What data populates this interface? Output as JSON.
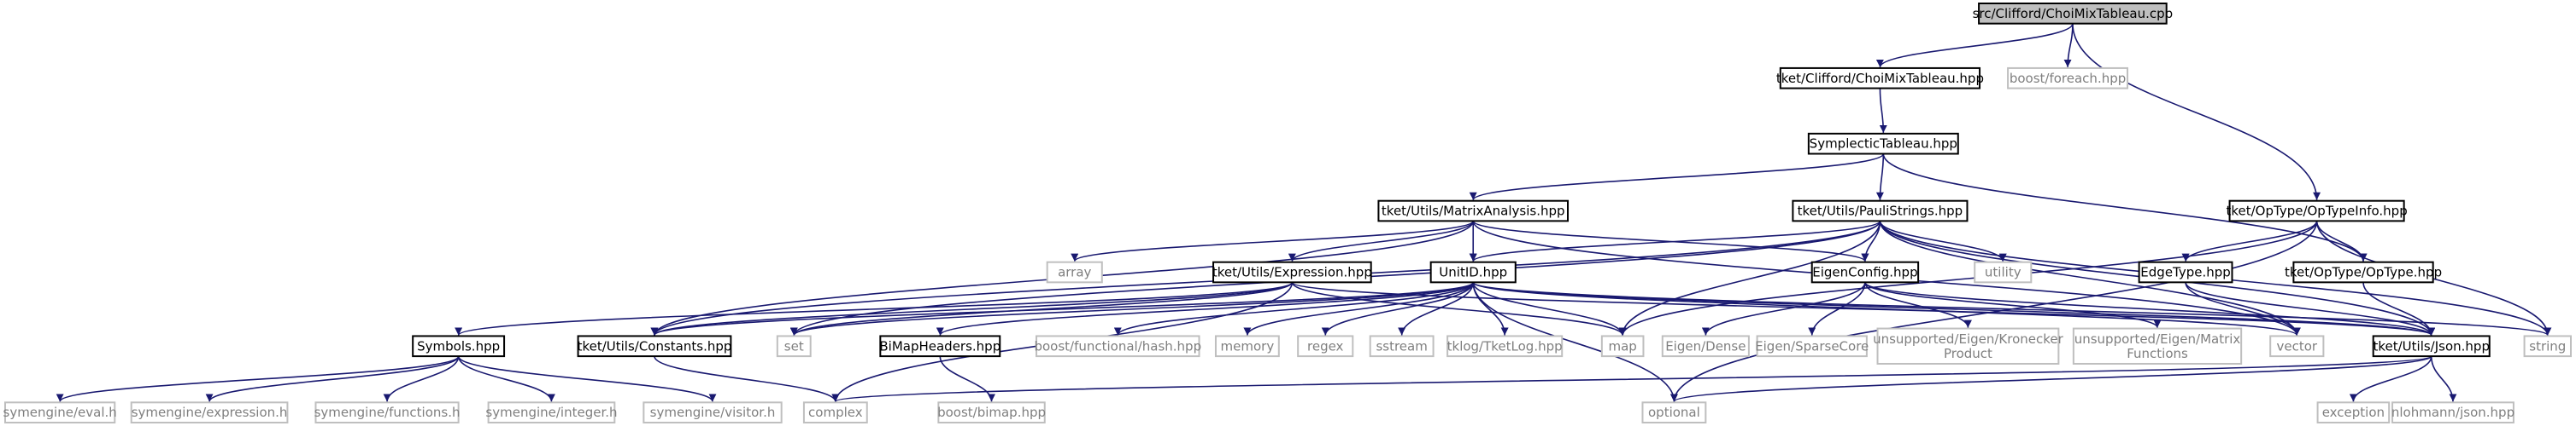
{
  "graph": {
    "root": "src/Clifford/ChoiMixTableau.cpp",
    "nodes": [
      {
        "id": "root",
        "label": "src/Clifford/ChoiMixTableau.cpp",
        "kind": "root"
      },
      {
        "id": "cmt_hpp",
        "label": "tket/Clifford/ChoiMixTableau.hpp",
        "kind": "local"
      },
      {
        "id": "boost_foreach",
        "label": "boost/foreach.hpp",
        "kind": "external"
      },
      {
        "id": "symplectic",
        "label": "SymplecticTableau.hpp",
        "kind": "local"
      },
      {
        "id": "optypeinfo",
        "label": "tket/OpType/OpTypeInfo.hpp",
        "kind": "local"
      },
      {
        "id": "matrixanalysis",
        "label": "tket/Utils/MatrixAnalysis.hpp",
        "kind": "local"
      },
      {
        "id": "paulistrings",
        "label": "tket/Utils/PauliStrings.hpp",
        "kind": "local"
      },
      {
        "id": "array",
        "label": "array",
        "kind": "external"
      },
      {
        "id": "expression",
        "label": "tket/Utils/Expression.hpp",
        "kind": "local"
      },
      {
        "id": "unitid",
        "label": "UnitID.hpp",
        "kind": "local"
      },
      {
        "id": "eigenconfig",
        "label": "EigenConfig.hpp",
        "kind": "local"
      },
      {
        "id": "utility",
        "label": "utility",
        "kind": "external"
      },
      {
        "id": "edgetype",
        "label": "EdgeType.hpp",
        "kind": "local"
      },
      {
        "id": "optype",
        "label": "tket/OpType/OpType.hpp",
        "kind": "local"
      },
      {
        "id": "symbols",
        "label": "Symbols.hpp",
        "kind": "local"
      },
      {
        "id": "constants",
        "label": "tket/Utils/Constants.hpp",
        "kind": "local"
      },
      {
        "id": "set",
        "label": "set",
        "kind": "external"
      },
      {
        "id": "bimapheaders",
        "label": "BiMapHeaders.hpp",
        "kind": "local"
      },
      {
        "id": "boost_hash",
        "label": "boost/functional/hash.hpp",
        "kind": "external"
      },
      {
        "id": "memory",
        "label": "memory",
        "kind": "external"
      },
      {
        "id": "regex",
        "label": "regex",
        "kind": "external"
      },
      {
        "id": "sstream",
        "label": "sstream",
        "kind": "external"
      },
      {
        "id": "tketlog",
        "label": "tklog/TketLog.hpp",
        "kind": "external"
      },
      {
        "id": "map",
        "label": "map",
        "kind": "external"
      },
      {
        "id": "eigen_dense",
        "label": "Eigen/Dense",
        "kind": "external"
      },
      {
        "id": "eigen_sparse",
        "label": "Eigen/SparseCore",
        "kind": "external"
      },
      {
        "id": "eigen_kron",
        "label": "unsupported/Eigen/Kronecker\nProduct",
        "kind": "external"
      },
      {
        "id": "eigen_matfn",
        "label": "unsupported/Eigen/Matrix\nFunctions",
        "kind": "external"
      },
      {
        "id": "vector",
        "label": "vector",
        "kind": "external"
      },
      {
        "id": "json",
        "label": "tket/Utils/Json.hpp",
        "kind": "local"
      },
      {
        "id": "string",
        "label": "string",
        "kind": "external"
      },
      {
        "id": "sym_eval",
        "label": "symengine/eval.h",
        "kind": "external"
      },
      {
        "id": "sym_expr",
        "label": "symengine/expression.h",
        "kind": "external"
      },
      {
        "id": "sym_func",
        "label": "symengine/functions.h",
        "kind": "external"
      },
      {
        "id": "sym_int",
        "label": "symengine/integer.h",
        "kind": "external"
      },
      {
        "id": "sym_visitor",
        "label": "symengine/visitor.h",
        "kind": "external"
      },
      {
        "id": "complex",
        "label": "complex",
        "kind": "external"
      },
      {
        "id": "boost_bimap",
        "label": "boost/bimap.hpp",
        "kind": "external"
      },
      {
        "id": "optional",
        "label": "optional",
        "kind": "external"
      },
      {
        "id": "exception",
        "label": "exception",
        "kind": "external"
      },
      {
        "id": "nlohmann",
        "label": "nlohmann/json.hpp",
        "kind": "external"
      }
    ],
    "edges": [
      [
        "root",
        "cmt_hpp"
      ],
      [
        "root",
        "boost_foreach"
      ],
      [
        "root",
        "optypeinfo"
      ],
      [
        "cmt_hpp",
        "symplectic"
      ],
      [
        "symplectic",
        "matrixanalysis"
      ],
      [
        "symplectic",
        "paulistrings"
      ],
      [
        "symplectic",
        "optype"
      ],
      [
        "optypeinfo",
        "edgetype"
      ],
      [
        "optypeinfo",
        "optype"
      ],
      [
        "optypeinfo",
        "string"
      ],
      [
        "optypeinfo",
        "map"
      ],
      [
        "optypeinfo",
        "optional"
      ],
      [
        "matrixanalysis",
        "array"
      ],
      [
        "matrixanalysis",
        "expression"
      ],
      [
        "matrixanalysis",
        "unitid"
      ],
      [
        "matrixanalysis",
        "eigenconfig"
      ],
      [
        "matrixanalysis",
        "constants"
      ],
      [
        "matrixanalysis",
        "vector"
      ],
      [
        "paulistrings",
        "unitid"
      ],
      [
        "paulistrings",
        "eigenconfig"
      ],
      [
        "paulistrings",
        "utility"
      ],
      [
        "paulistrings",
        "map"
      ],
      [
        "paulistrings",
        "json"
      ],
      [
        "paulistrings",
        "vector"
      ],
      [
        "paulistrings",
        "string"
      ],
      [
        "paulistrings",
        "constants"
      ],
      [
        "paulistrings",
        "set"
      ],
      [
        "expression",
        "symbols"
      ],
      [
        "expression",
        "constants"
      ],
      [
        "expression",
        "set"
      ],
      [
        "expression",
        "map"
      ],
      [
        "expression",
        "json"
      ],
      [
        "expression",
        "complex"
      ],
      [
        "unitid",
        "bimapheaders"
      ],
      [
        "unitid",
        "boost_hash"
      ],
      [
        "unitid",
        "memory"
      ],
      [
        "unitid",
        "regex"
      ],
      [
        "unitid",
        "sstream"
      ],
      [
        "unitid",
        "tketlog"
      ],
      [
        "unitid",
        "map"
      ],
      [
        "unitid",
        "json"
      ],
      [
        "unitid",
        "set"
      ],
      [
        "unitid",
        "vector"
      ],
      [
        "unitid",
        "string"
      ],
      [
        "unitid",
        "optional"
      ],
      [
        "unitid",
        "constants"
      ],
      [
        "eigenconfig",
        "eigen_dense"
      ],
      [
        "eigenconfig",
        "eigen_sparse"
      ],
      [
        "eigenconfig",
        "eigen_kron"
      ],
      [
        "eigenconfig",
        "eigen_matfn"
      ],
      [
        "eigenconfig",
        "json"
      ],
      [
        "edgetype",
        "json"
      ],
      [
        "edgetype",
        "vector"
      ],
      [
        "optype",
        "json"
      ],
      [
        "symbols",
        "sym_eval"
      ],
      [
        "symbols",
        "sym_expr"
      ],
      [
        "symbols",
        "sym_func"
      ],
      [
        "symbols",
        "sym_int"
      ],
      [
        "symbols",
        "sym_visitor"
      ],
      [
        "constants",
        "complex"
      ],
      [
        "bimapheaders",
        "boost_bimap"
      ],
      [
        "json",
        "complex"
      ],
      [
        "json",
        "optional"
      ],
      [
        "json",
        "exception"
      ],
      [
        "json",
        "nlohmann"
      ]
    ]
  }
}
